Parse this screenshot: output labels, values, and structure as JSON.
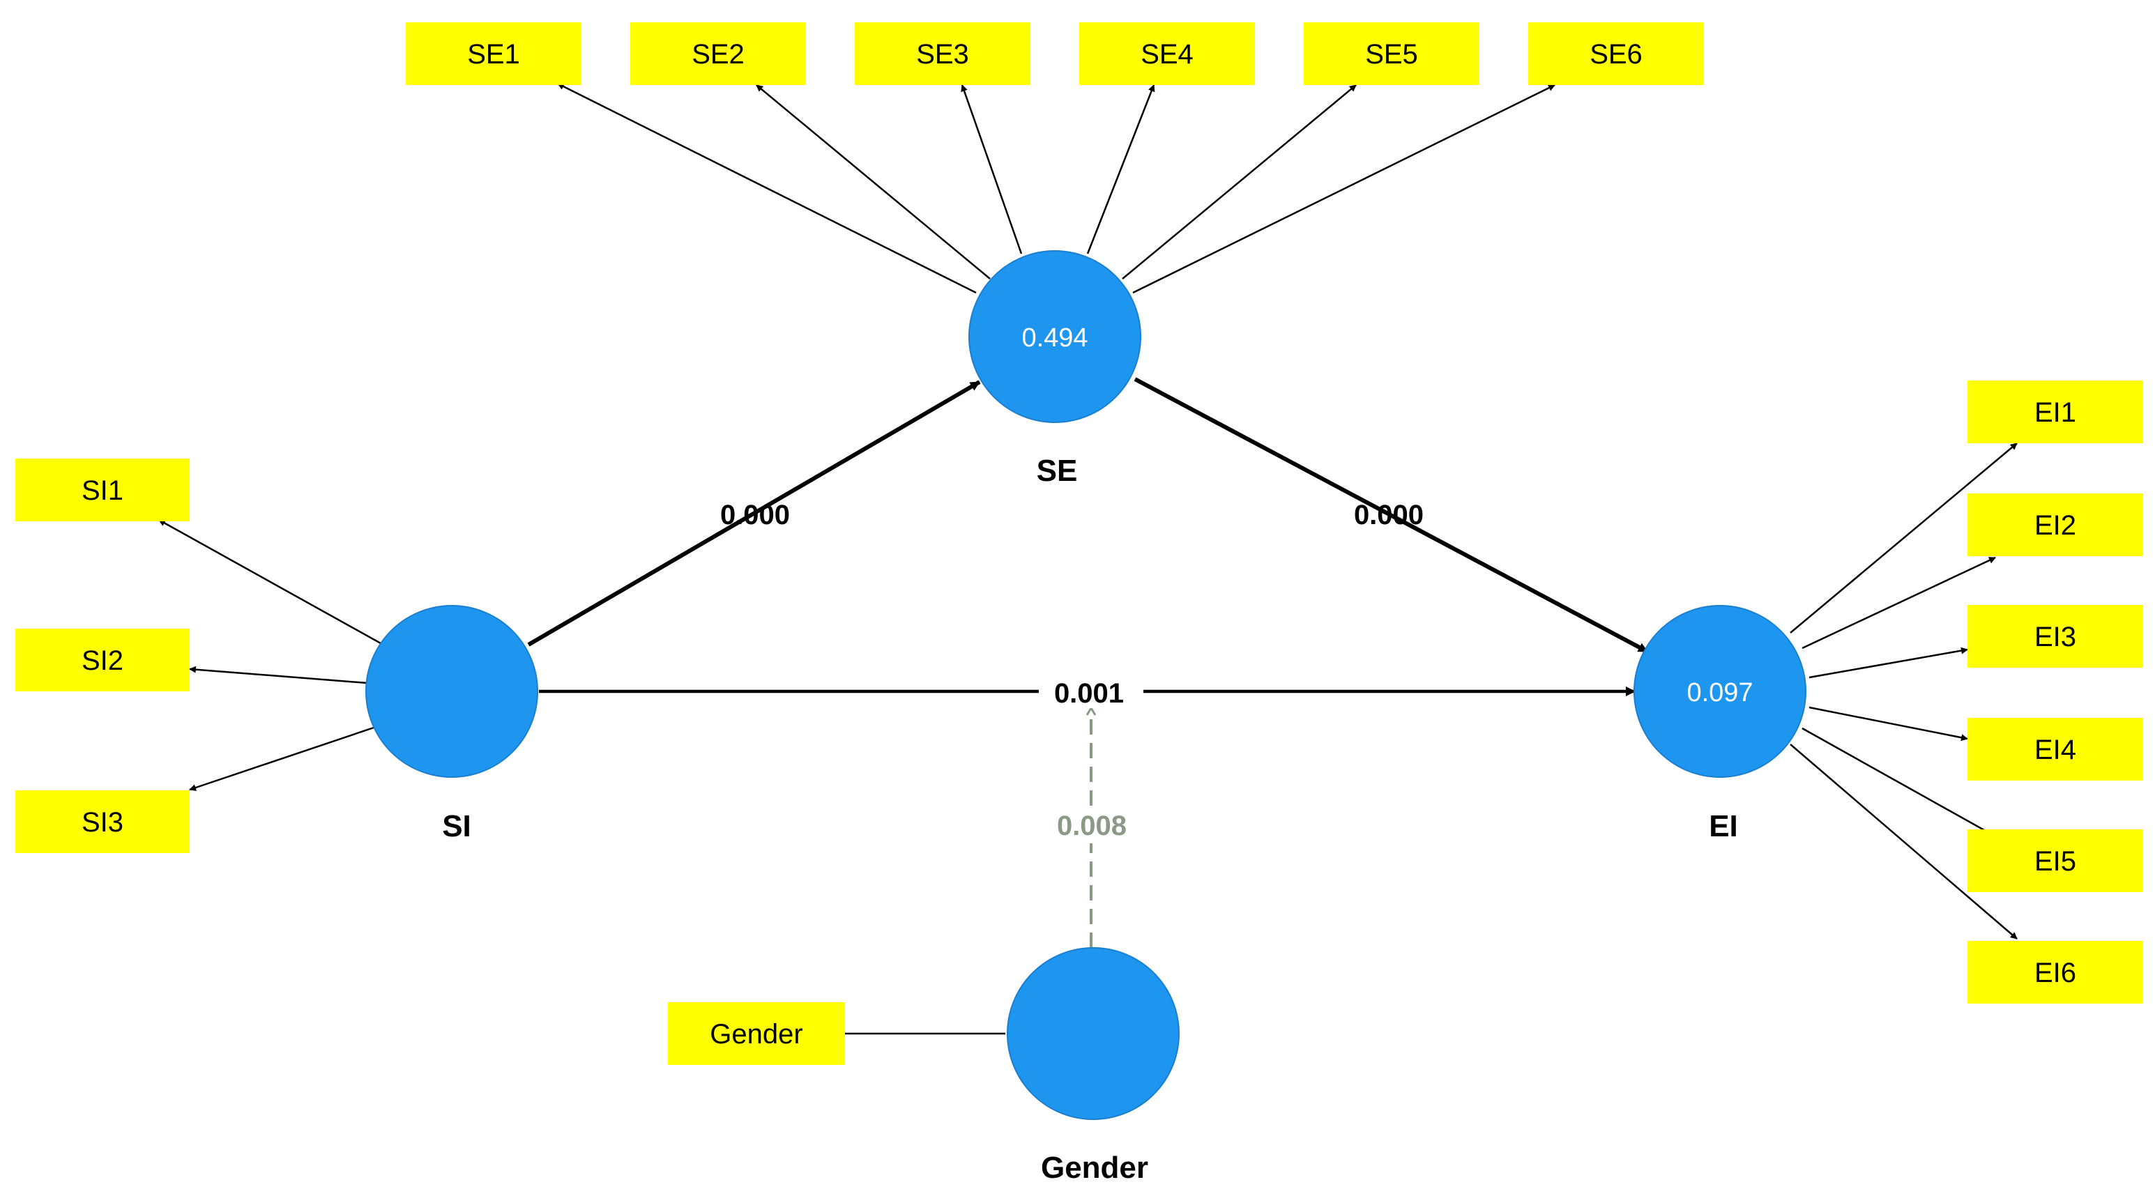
{
  "colors": {
    "construct_fill": "#1e96f0",
    "indicator_fill": "#ffff00",
    "moderation_color": "#8a9a84",
    "line_color": "#000000"
  },
  "constructs": {
    "se": {
      "title": "SE",
      "value": "0.494"
    },
    "si": {
      "title": "SI",
      "value": ""
    },
    "ei": {
      "title": "EI",
      "value": "0.097"
    },
    "gender": {
      "title": "Gender",
      "value": ""
    }
  },
  "indicators": {
    "se": [
      "SE1",
      "SE2",
      "SE3",
      "SE4",
      "SE5",
      "SE6"
    ],
    "si": [
      "SI1",
      "SI2",
      "SI3"
    ],
    "ei": [
      "EI1",
      "EI2",
      "EI3",
      "EI4",
      "EI5",
      "EI6"
    ],
    "gender": [
      "Gender"
    ]
  },
  "paths": {
    "si_se": "0.000",
    "se_ei": "0.000",
    "si_ei": "0.001",
    "moderation": "0.008"
  }
}
